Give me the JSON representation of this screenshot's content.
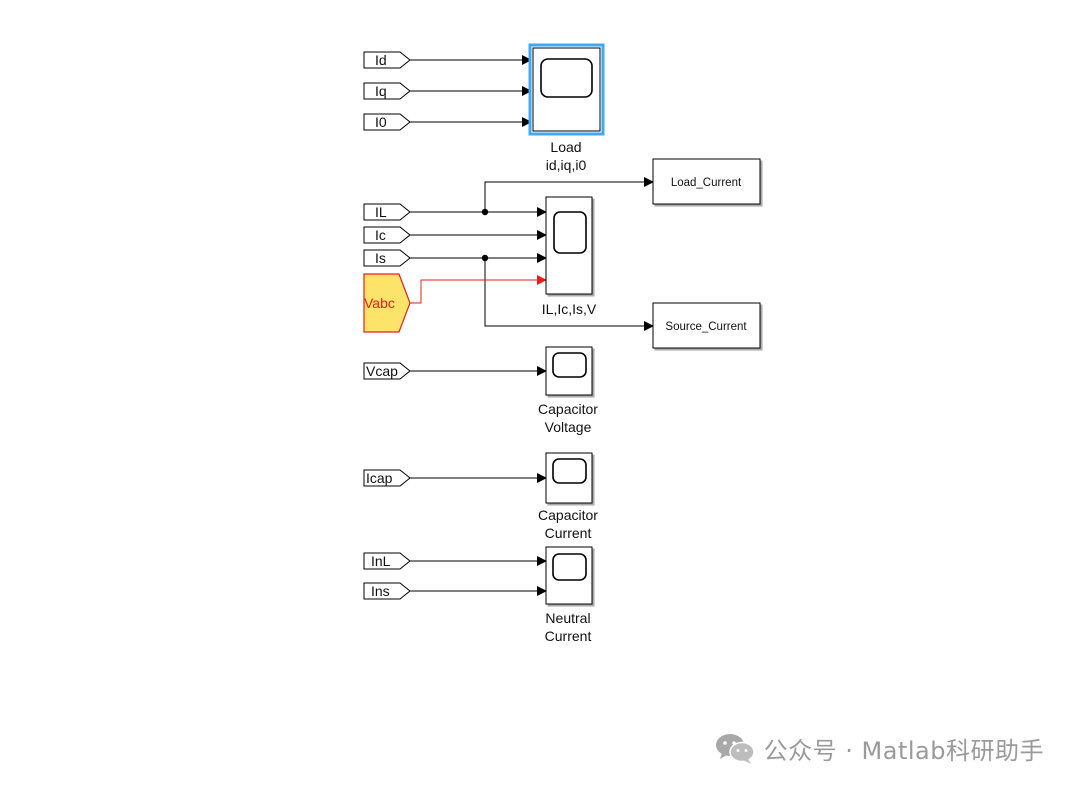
{
  "diagram": {
    "from_blocks": {
      "id": "Id",
      "iq": "Iq",
      "i0": "I0",
      "il": "IL",
      "ic": "Ic",
      "is": "Is",
      "vabc": "Vabc",
      "vcap": "Vcap",
      "icap": "Icap",
      "inl": "InL",
      "ins": "Ins"
    },
    "scopes": {
      "load": [
        "Load",
        "id,iq,i0"
      ],
      "ilicisv": [
        "IL,Ic,Is,V"
      ],
      "cap_voltage": [
        "Capacitor",
        "Voltage"
      ],
      "cap_current": [
        "Capacitor",
        "Current"
      ],
      "neutral": [
        "Neutral",
        "Current"
      ]
    },
    "goto_blocks": {
      "load_current": "Load_Current",
      "source_current": "Source_Current"
    },
    "colors": {
      "signal_line": "#000000",
      "highlight_line": "#e8201a",
      "highlight_fill": "#fce36a",
      "highlight_border": "#e8201a",
      "selected_border": "#3fa9f5"
    }
  },
  "watermark": {
    "text": "公众号 · Matlab科研助手",
    "icon": "wechat-icon"
  }
}
